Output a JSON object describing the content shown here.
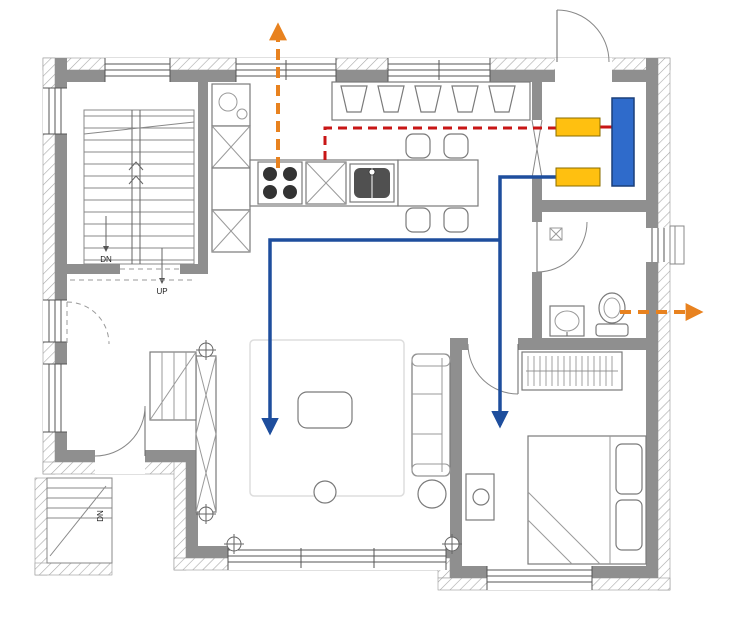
{
  "labels": {
    "stairs_down": "DN",
    "stairs_up": "UP",
    "porch_down": "DN"
  },
  "colors": {
    "wall": "#8f8f8f",
    "supply_air": "#1e4e9d",
    "extract_air": "#e8821f",
    "kitchen_exhaust": "#c81616",
    "ventilation_unit": "#2f6bcb",
    "silencer": "#ffc010"
  }
}
